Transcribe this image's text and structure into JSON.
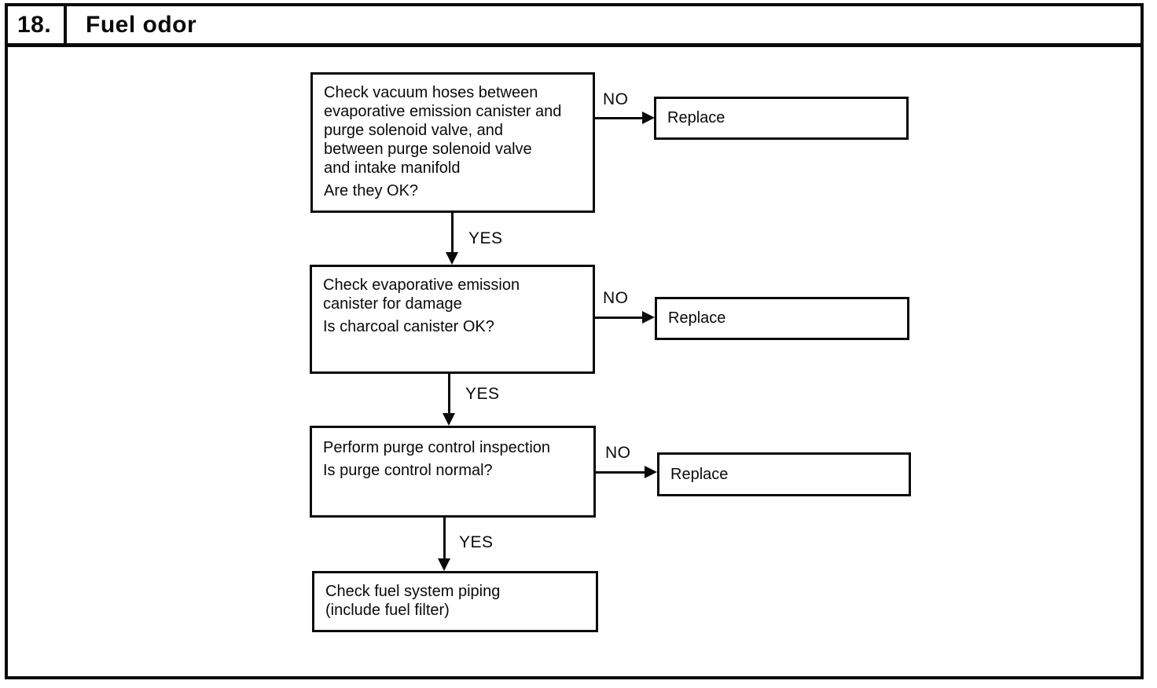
{
  "header": {
    "number": "18.",
    "title": "Fuel odor"
  },
  "labels": {
    "yes": "YES",
    "no": "NO"
  },
  "flowchart": {
    "steps": [
      {
        "lines": [
          "Check vacuum hoses between",
          "evaporative emission canister and",
          "purge solenoid valve, and",
          "between purge solenoid valve",
          "and intake manifold"
        ],
        "question": "Are they OK?",
        "no_action": "Replace"
      },
      {
        "lines": [
          "Check evaporative emission",
          "canister for damage"
        ],
        "question": "Is charcoal canister OK?",
        "no_action": "Replace"
      },
      {
        "lines": [
          "Perform purge control inspection"
        ],
        "question": "Is purge control normal?",
        "no_action": "Replace"
      },
      {
        "lines": [
          "Check fuel system piping",
          "(include fuel filter)"
        ]
      }
    ]
  }
}
